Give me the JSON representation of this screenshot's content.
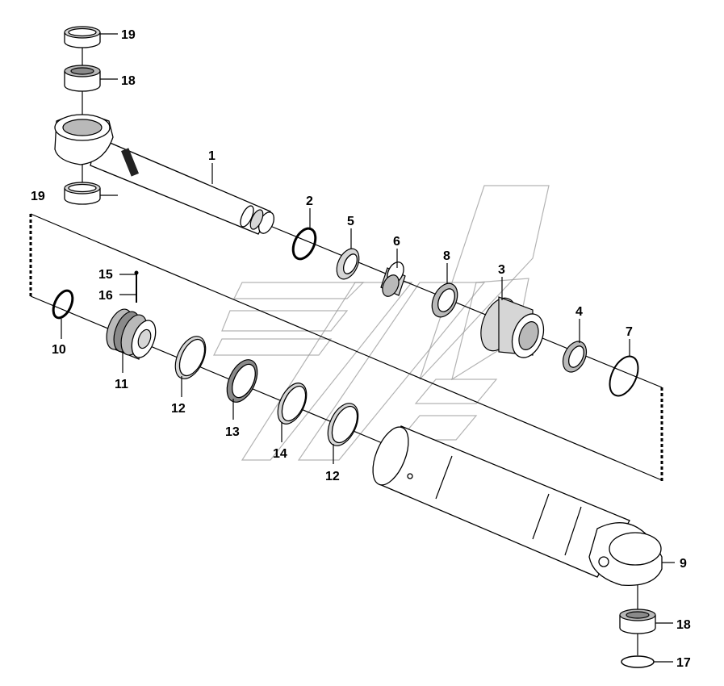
{
  "callouts": [
    {
      "id": "c19a",
      "text": "19"
    },
    {
      "id": "c18a",
      "text": "18"
    },
    {
      "id": "c1",
      "text": "1"
    },
    {
      "id": "c19b",
      "text": "19"
    },
    {
      "id": "c2",
      "text": "2"
    },
    {
      "id": "c5",
      "text": "5"
    },
    {
      "id": "c6",
      "text": "6"
    },
    {
      "id": "c8",
      "text": "8"
    },
    {
      "id": "c3",
      "text": "3"
    },
    {
      "id": "c4",
      "text": "4"
    },
    {
      "id": "c7",
      "text": "7"
    },
    {
      "id": "c15",
      "text": "15"
    },
    {
      "id": "c16",
      "text": "16"
    },
    {
      "id": "c10",
      "text": "10"
    },
    {
      "id": "c11",
      "text": "11"
    },
    {
      "id": "c12a",
      "text": "12"
    },
    {
      "id": "c13",
      "text": "13"
    },
    {
      "id": "c14",
      "text": "14"
    },
    {
      "id": "c12b",
      "text": "12"
    },
    {
      "id": "c9",
      "text": "9"
    },
    {
      "id": "c18b",
      "text": "18"
    },
    {
      "id": "c17",
      "text": "17"
    }
  ]
}
